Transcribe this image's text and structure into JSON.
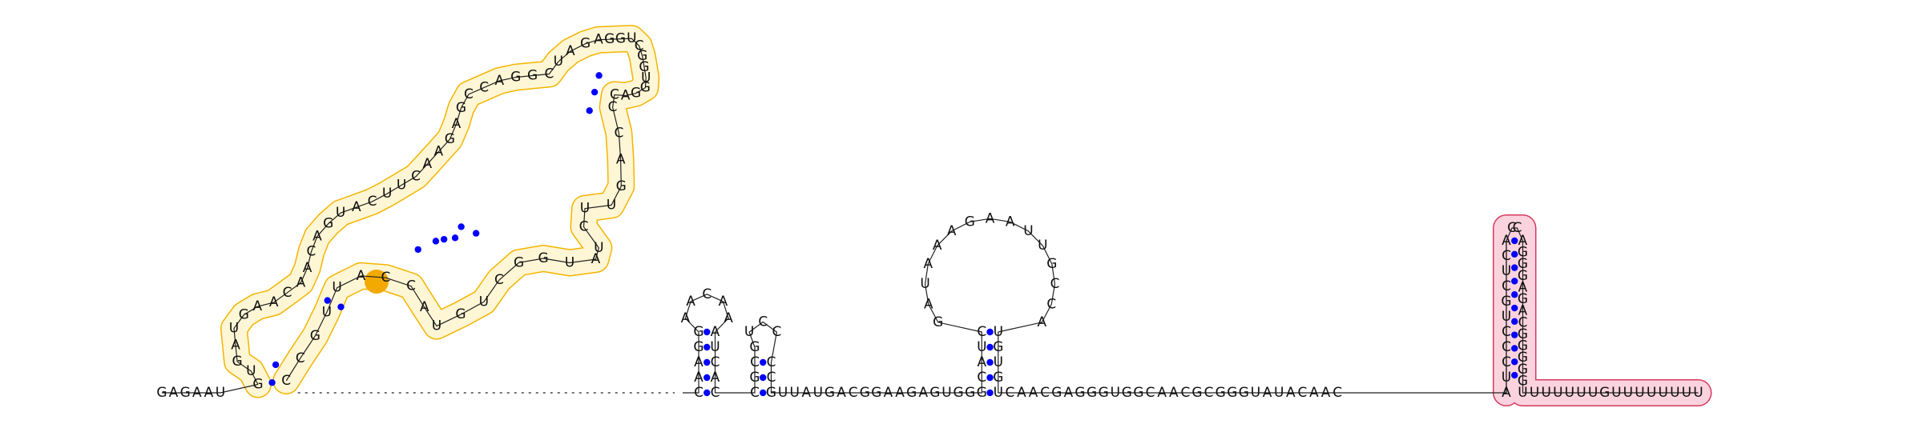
{
  "colors": {
    "pair_dot": "#0000ff",
    "domain_outline": "#f4b400",
    "domain_fill": "#fff6d5",
    "highlight": "#f2a900",
    "hairpin_outline": "#d63a5e",
    "hairpin_fill": "#fbd3de"
  },
  "diagram": {
    "five_prime_tail": "GAGAAU",
    "domain_a": {
      "left_arm": "GUGAUGAACAACAGUACUUCAAGAGCCAGGCUAG",
      "tip": "AGGUCGGUGGAC",
      "right_arm": "CCAGUUCUAUGGCUGUACCAUUGCC"
    },
    "hairpin_b": {
      "left": "CAAGG",
      "loop": "AACAA",
      "right": "AUCAC"
    },
    "hairpin_c": {
      "left": "CGCG",
      "loop": "UCC",
      "right": "CCG"
    },
    "linker_1": "UUAUGACGGAAGAGUGG",
    "hairpin_d": {
      "left": "GCAUC",
      "loop": "GAUAAAGAAUUGCCA",
      "right": "UGUGU"
    },
    "linker_2": "CAACGAGGGUGGCAACGCGGGUAUACAAC",
    "terminator": {
      "left": "ACUCGUCCCUA",
      "loop": "CC",
      "right": "AGGGAGACGGGGGU"
    },
    "three_prime_tail": "UUUUUUGUUUUUUUU"
  }
}
